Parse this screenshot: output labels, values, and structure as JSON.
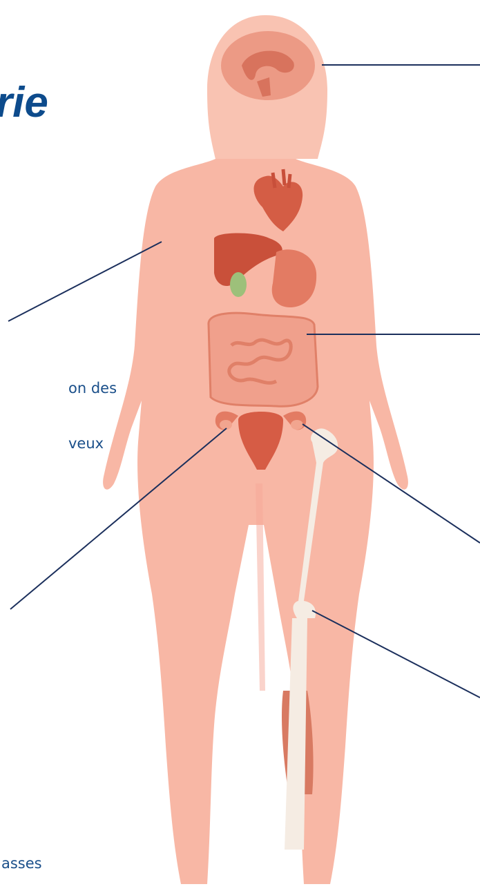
{
  "title": "rie",
  "text_fragments": [
    "on des",
    "veux",
    "asses"
  ],
  "colors": {
    "title": "#0d4b8c",
    "text": "#1a4f8a",
    "skin": "#f8b7a5",
    "organ": "#d86a53",
    "bone": "#f5ece3",
    "connector": "#1b2f5c"
  }
}
